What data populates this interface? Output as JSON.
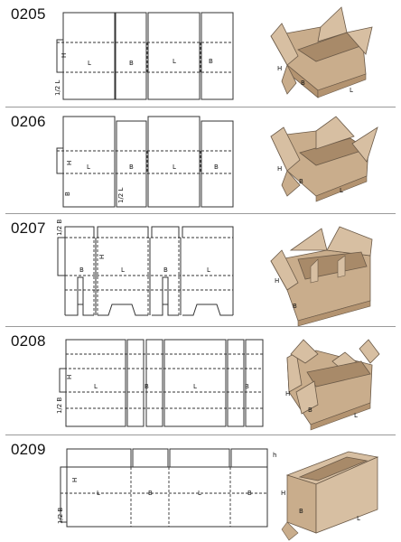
{
  "colors": {
    "line": "#333333",
    "box_side": "#c9ad8c",
    "box_face": "#d7bfa2",
    "box_shadow": "#b39370",
    "box_edge": "#6b5a48"
  },
  "panels": [
    {
      "code": "0205",
      "labels": {
        "h": "H",
        "half": "1/2 L",
        "l1": "L",
        "b1": "B",
        "l2": "L",
        "b2": "B"
      },
      "box": {
        "h": "H",
        "b": "B",
        "l": "L"
      }
    },
    {
      "code": "0206",
      "labels": {
        "h": "H",
        "b_left": "B",
        "half": "1/2 L",
        "l1": "L",
        "b1": "B",
        "l2": "L",
        "b2": "B"
      },
      "box": {
        "h": "H",
        "b": "B",
        "l": "L"
      }
    },
    {
      "code": "0207",
      "labels": {
        "half": "1/2 B",
        "h": "H",
        "b1": "B",
        "l1": "L",
        "b2": "B",
        "l2": "L"
      },
      "box": {
        "h": "H",
        "b": "B"
      }
    },
    {
      "code": "0208",
      "labels": {
        "h": "H",
        "half": "1/2 B",
        "l1": "L",
        "b1": "B",
        "l2": "L",
        "b2": "B"
      },
      "box": {
        "h": "H",
        "b": "B",
        "l": "L"
      }
    },
    {
      "code": "0209",
      "labels": {
        "h": "H",
        "half": "1/2 B",
        "l1": "L",
        "b1": "B",
        "l2": "L",
        "b2": "B",
        "small_h": "h"
      },
      "box": {
        "h": "H",
        "b": "B",
        "l": "L"
      }
    }
  ]
}
